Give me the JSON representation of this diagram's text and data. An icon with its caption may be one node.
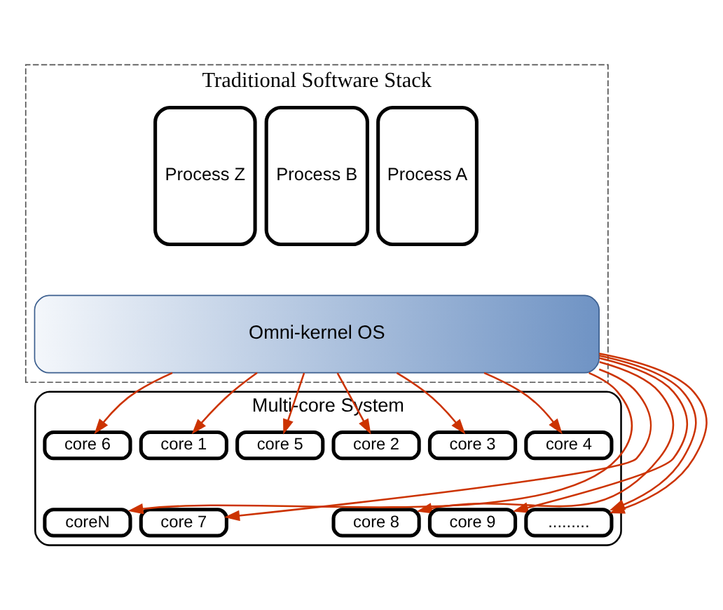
{
  "diagram": {
    "nodes": [
      {
        "text": [
          "Traditional Software Stack"
        ]
      },
      {
        "text": [
          "Process A"
        ],
        "in": 0
      },
      {
        "text": [
          "Process B"
        ],
        "in": 0
      },
      {
        "text": [
          "Process Z"
        ],
        "in": 0
      },
      {
        "text": [
          "Omni-kernel OS"
        ],
        "in": 0
      },
      {
        "text": [
          "Multi-core System"
        ]
      },
      {
        "text": [
          "core 1"
        ],
        "in": 5
      },
      {
        "text": [
          "core 2"
        ],
        "in": 5
      },
      {
        "text": [
          "core 3"
        ],
        "in": 5
      },
      {
        "text": [
          "core 4"
        ],
        "in": 5
      },
      {
        "text": [
          "core 5"
        ],
        "in": 5
      },
      {
        "text": [
          "core 6"
        ],
        "in": 5
      },
      {
        "text": [
          "core 7"
        ],
        "in": 5
      },
      {
        "text": [
          "core 8"
        ],
        "in": 5
      },
      {
        "text": [
          "core 9"
        ],
        "in": 5
      },
      {
        "text": [
          "........."
        ],
        "in": 5
      },
      {
        "text": [
          "coreN"
        ],
        "in": 5
      }
    ],
    "edges": [
      {
        "from": 4,
        "to": 6,
        "arrow": "to"
      },
      {
        "from": 4,
        "to": 12,
        "arrow": "to"
      },
      {
        "from": 4,
        "to": 7,
        "arrow": "to"
      },
      {
        "from": 4,
        "to": 13,
        "arrow": "to"
      },
      {
        "from": 4,
        "to": 8,
        "arrow": "to"
      },
      {
        "from": 4,
        "to": 14,
        "arrow": "to"
      },
      {
        "from": 4,
        "to": 9,
        "arrow": "to"
      },
      {
        "from": 4,
        "to": 15,
        "arrow": "to"
      },
      {
        "from": 4,
        "to": 10,
        "arrow": "to"
      },
      {
        "from": 4,
        "to": 15,
        "arrow": "to"
      },
      {
        "from": 4,
        "to": 11,
        "arrow": "to"
      },
      {
        "from": 4,
        "to": 16,
        "arrow": "to"
      }
    ]
  }
}
